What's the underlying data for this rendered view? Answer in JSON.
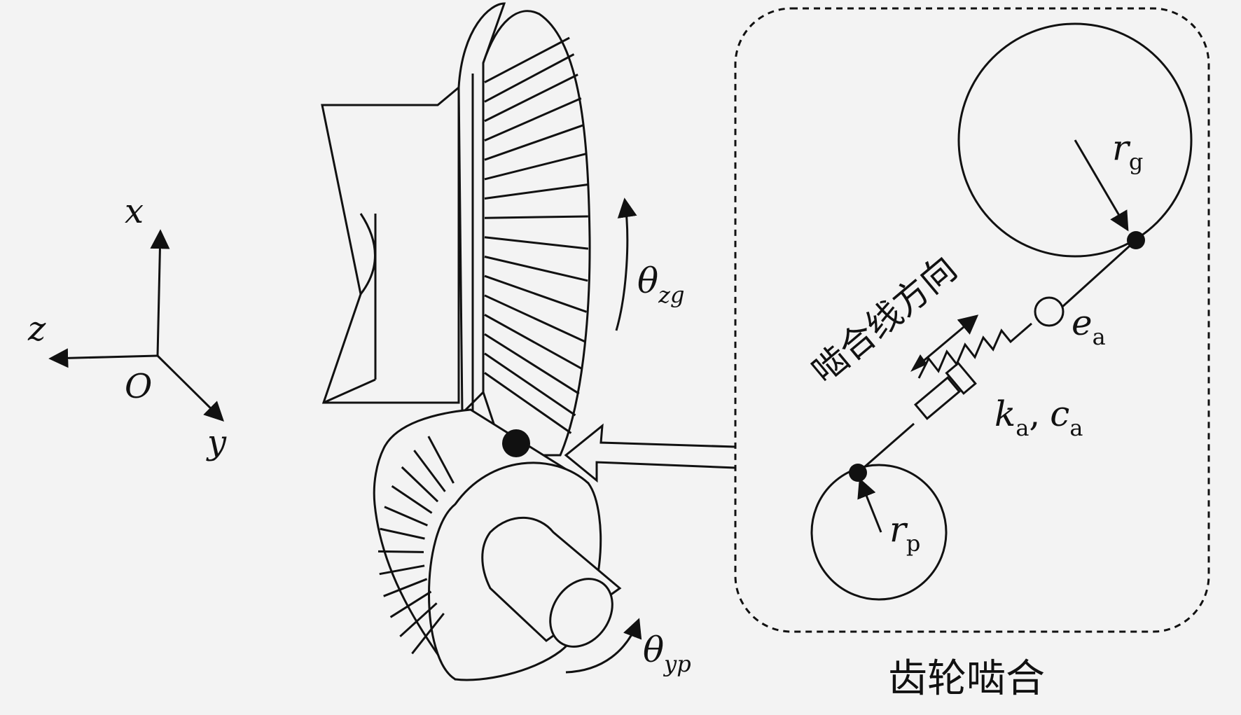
{
  "axes": {
    "x": "x",
    "z": "z",
    "o": "O",
    "y": "y"
  },
  "rotation": {
    "gear": {
      "symbol": "θ",
      "sub": "zg"
    },
    "pinion": {
      "symbol": "θ",
      "sub": "yp"
    }
  },
  "mesh": {
    "rg": {
      "sym": "r",
      "sub": "g"
    },
    "rp": {
      "sym": "r",
      "sub": "p"
    },
    "ea": {
      "sym": "e",
      "sub": "a"
    },
    "ka": {
      "sym": "k",
      "sub": "a"
    },
    "ca": {
      "sym": "c",
      "sub": "a"
    },
    "comma": ",",
    "direction_label": "啮合线方向",
    "caption": "齿轮啮合"
  },
  "colors": {
    "ink": "#111111",
    "background": "#f3f3f3"
  }
}
